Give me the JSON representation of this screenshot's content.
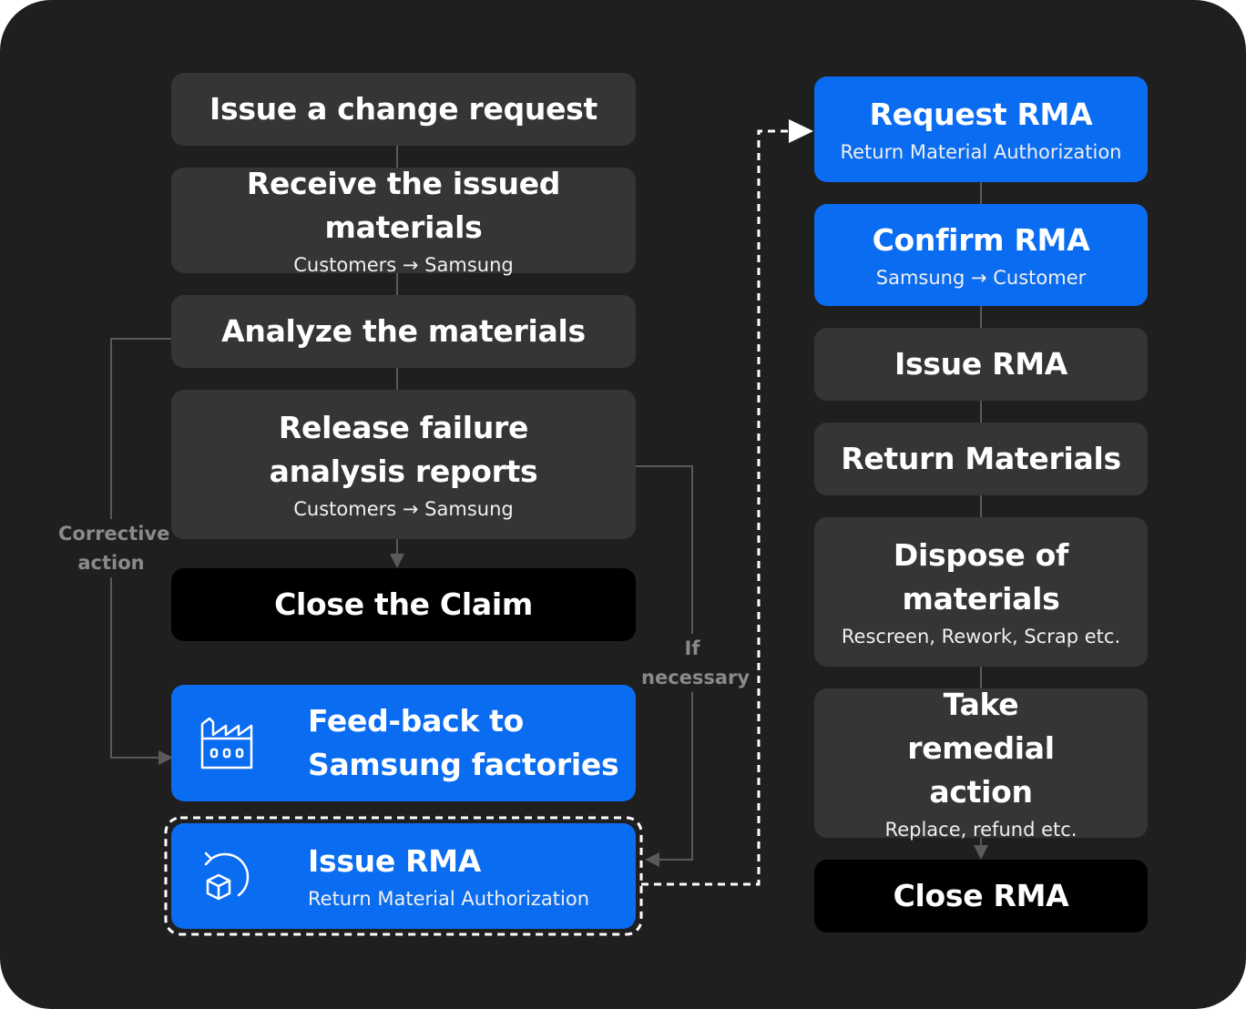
{
  "left_flow": {
    "change_request": {
      "title": "Issue a change request"
    },
    "receive": {
      "title": "Receive the issued materials",
      "sub": "Customers → Samsung"
    },
    "analyze": {
      "title": "Analyze the materials"
    },
    "release": {
      "title": "Release failure analysis reports",
      "sub": "Customers → Samsung"
    },
    "close_claim": {
      "title": "Close the Claim"
    },
    "feedback": {
      "title_line1": "Feed-back to",
      "title_line2": "Samsung factories"
    },
    "issue_rma": {
      "title": "Issue RMA",
      "sub": "Return Material Authorization"
    }
  },
  "right_flow": {
    "request_rma": {
      "title": "Request RMA",
      "sub": "Return Material Authorization"
    },
    "confirm_rma": {
      "title": "Confirm RMA",
      "sub": "Samsung → Customer"
    },
    "issue_rma": {
      "title": "Issue RMA"
    },
    "return_materials": {
      "title": "Return Materials"
    },
    "dispose": {
      "title": "Dispose of materials",
      "sub": "Rescreen, Rework, Scrap etc."
    },
    "remedial": {
      "title": "Take remedial action",
      "sub": "Replace, refund etc."
    },
    "close_rma": {
      "title": "Close RMA"
    }
  },
  "labels": {
    "corrective_line1": "Corrective",
    "corrective_line2": "action",
    "necessary_line1": "If",
    "necessary_line2": "necessary"
  },
  "colors": {
    "panel": "#1f1f1f",
    "gray_node": "#353535",
    "blue_node": "#0a6cf0",
    "black_node": "#000000",
    "connector": "#5a5a5a"
  },
  "icons": {
    "feedback": "factory-icon",
    "issue_rma": "return-box-icon"
  }
}
